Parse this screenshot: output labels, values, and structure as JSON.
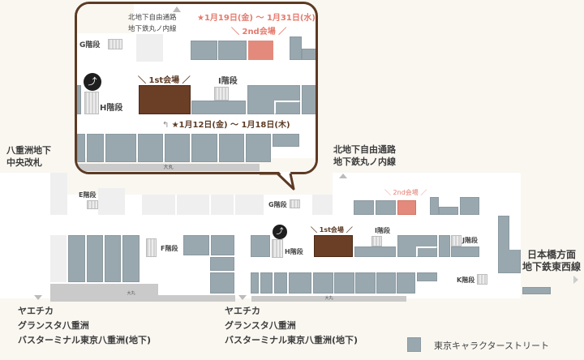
{
  "map": {
    "bubble": {
      "north_label": [
        "北地下自由通路",
        "地下鉄丸ノ内線"
      ],
      "g_stairs": "G階段",
      "h_stairs": "H階段",
      "i_stairs": "I階段",
      "second_dates": "★1月19日(金) ～ 1月31日(水)",
      "second_venue": "＼ 2nd会場 ／",
      "first_venue": "＼ 1st会場 ／",
      "first_dates": "★1月12日(金) ～ 1月18日(木)",
      "daimaru": "大丸"
    },
    "labels": {
      "yaesu_central": [
        "八重洲地下",
        "中央改札"
      ],
      "north_passage": [
        "北地下自由通路",
        "地下鉄丸ノ内線"
      ],
      "nihonbashi": [
        "日本橋方面",
        "地下鉄東西線"
      ],
      "bottom_left": [
        "ヤエチカ",
        "グランスタ八重洲",
        "バスターミナル東京八重洲(地下)"
      ],
      "bottom_mid": [
        "ヤエチカ",
        "グランスタ八重洲",
        "バスターミナル東京八重洲(地下)"
      ]
    },
    "stairs": {
      "e": "E階段",
      "f": "F階段",
      "g": "G階段",
      "h": "H階段",
      "i": "I階段",
      "j": "J階段",
      "k": "K階段"
    },
    "first_venue": "＼ 1st会場 ／",
    "second_venue": "＼ 2nd会場 ／",
    "daimaru": "大丸",
    "legend": "東京キャラクターストリート",
    "colors": {
      "shop": "#99a7ae",
      "first_venue": "#6b3e26",
      "second_venue": "#e38a7c",
      "bubble_border": "#5c3a24"
    }
  }
}
